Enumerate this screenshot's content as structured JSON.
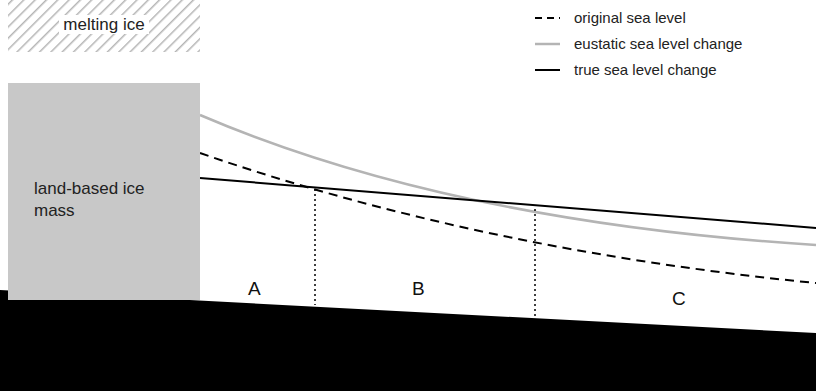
{
  "diagram": {
    "nodes": [
      {
        "text": [
          "melting ice"
        ]
      },
      {
        "text": [
          "land-based ice mass"
        ]
      }
    ],
    "labels": [
      "A",
      "B",
      "C"
    ],
    "legend": [
      {
        "text": "original sea level"
      },
      {
        "text": "eustatic sea level change"
      },
      {
        "text": "true sea level change"
      }
    ]
  }
}
